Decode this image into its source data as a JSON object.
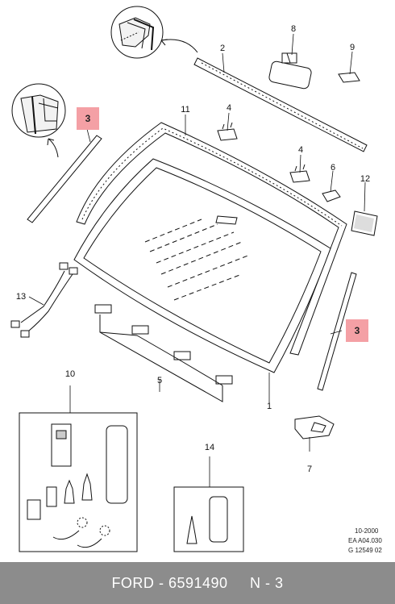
{
  "callouts": {
    "c1": "1",
    "c2": "2",
    "c3a": "3",
    "c3b": "3",
    "c4a": "4",
    "c4b": "4",
    "c5": "5",
    "c6": "6",
    "c7": "7",
    "c8": "8",
    "c9": "9",
    "c10": "10",
    "c11": "11",
    "c12": "12",
    "c13": "13",
    "c14": "14"
  },
  "highlight_color": "#f4a0a5",
  "footer_color": "#8c8c8c",
  "reference": {
    "line1": "10-2000",
    "line2": "EA A04.030",
    "line3": "G 12549 02"
  },
  "footer": {
    "brand": "FORD",
    "sep1": " - ",
    "part_number": "6591490",
    "gap": "     ",
    "callout_ref": "N - 3"
  }
}
